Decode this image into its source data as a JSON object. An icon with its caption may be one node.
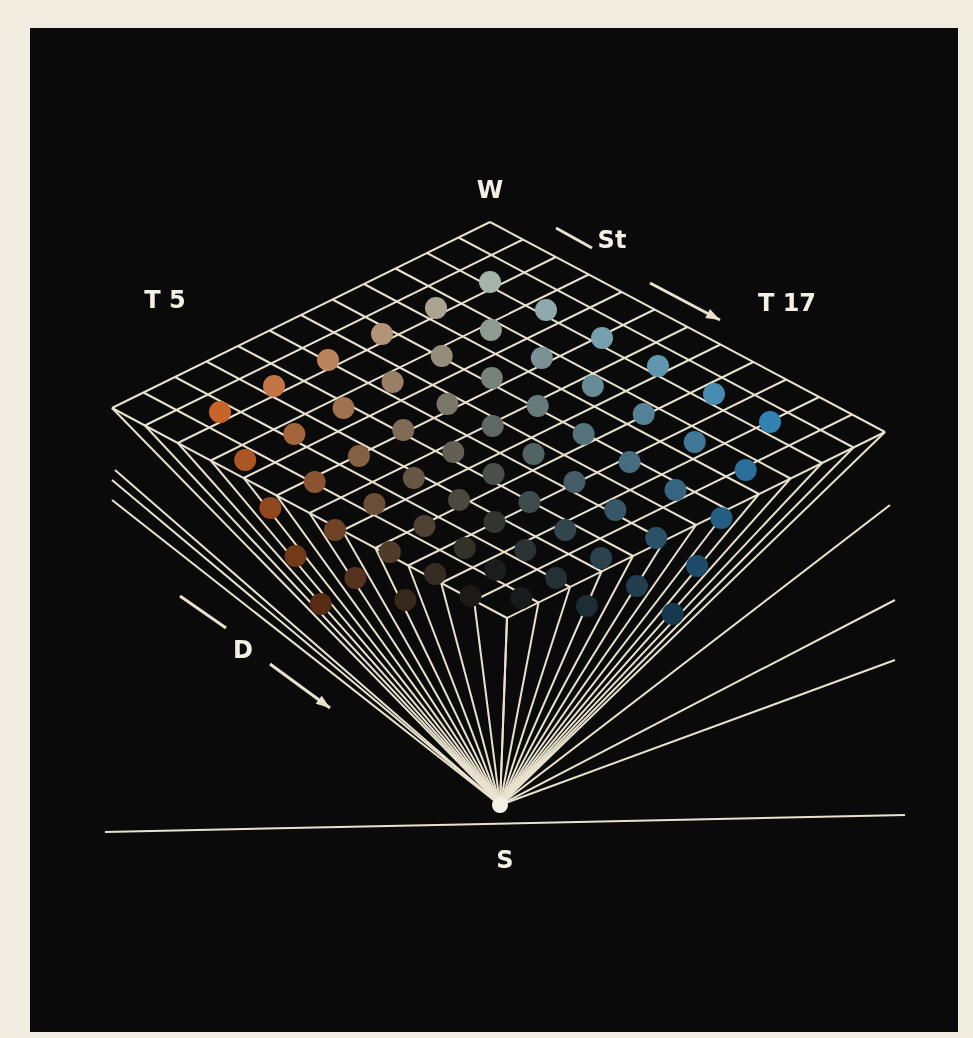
{
  "diagram": {
    "labels": [
      "W",
      "St",
      "T 5",
      "T 17",
      "D",
      "S"
    ]
  }
}
